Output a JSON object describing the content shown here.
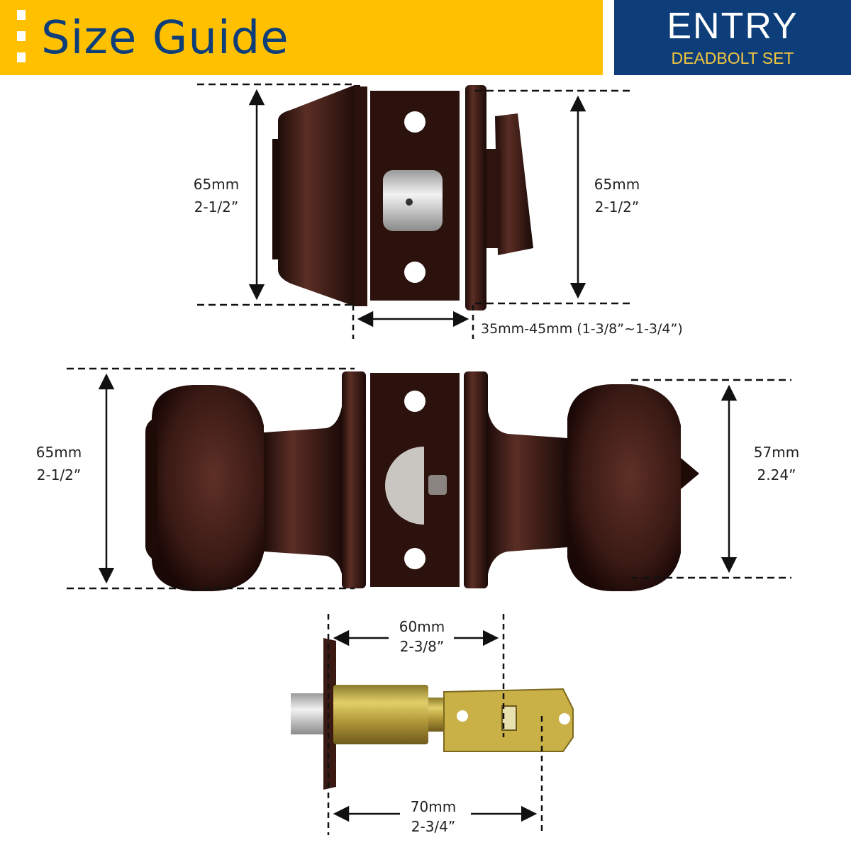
{
  "header": {
    "title": "Size Guide",
    "badge_title": "ENTRY",
    "badge_subtitle": "DEADBOLT SET"
  },
  "colors": {
    "banner": "#ffc000",
    "banner_text": "#0d3e7a",
    "badge": "#0d3e7a",
    "badge_sub_text": "#f3c640",
    "finish": "#3a1c16"
  },
  "deadbolt": {
    "left_height": {
      "metric": "65mm",
      "imperial": "2-1/2”"
    },
    "right_height": {
      "metric": "65mm",
      "imperial": "2-1/2”"
    },
    "door_thickness": "35mm-45mm (1-3/8”~1-3/4”)"
  },
  "knob": {
    "left_height": {
      "metric": "65mm",
      "imperial": "2-1/2”"
    },
    "right_height": {
      "metric": "57mm",
      "imperial": "2.24”"
    }
  },
  "latch": {
    "backset_short": {
      "metric": "60mm",
      "imperial": "2-3/8”"
    },
    "backset_long": {
      "metric": "70mm",
      "imperial": "2-3/4”"
    }
  }
}
